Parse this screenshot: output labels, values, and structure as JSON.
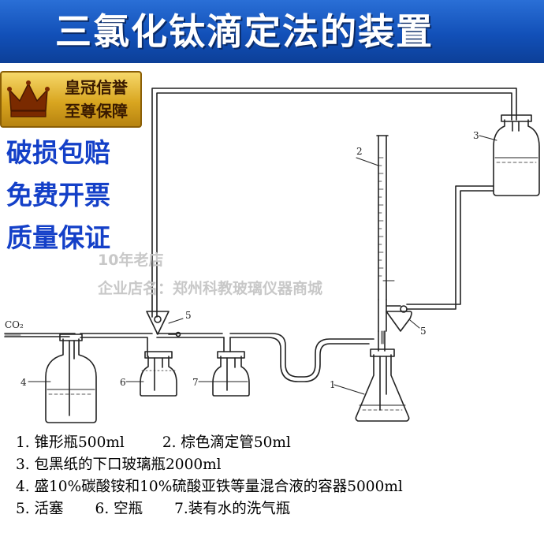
{
  "banner": {
    "title": "三氯化钛滴定法的装置"
  },
  "badge": {
    "line1": "皇冠信誉",
    "line2": "至尊保障",
    "icon": "crown-icon"
  },
  "promo": {
    "line1": "破损包赔",
    "line2": "免费开票",
    "line3": "质量保证"
  },
  "watermark": {
    "line1": "10年老店",
    "line2": "企业店名：郑州科教玻璃仪器商城"
  },
  "diagram": {
    "gas_label": "CO₂",
    "labels": {
      "n1": "1",
      "n2": "2",
      "n3": "3",
      "n4": "4",
      "n5a": "5",
      "n5b": "5",
      "n6": "6",
      "n7": "7"
    }
  },
  "legend": {
    "item1": "1. 锥形瓶500ml",
    "item2": "2. 棕色滴定管50ml",
    "item3": "3. 包黑纸的下口玻璃瓶2000ml",
    "item4": "4. 盛10%碳酸铵和10%硫酸亚铁等量混合液的容器5000ml",
    "item5": "5. 活塞",
    "item6": "6. 空瓶",
    "item7": "7.装有水的洗气瓶"
  },
  "colors": {
    "banner": "#1250b8",
    "promo_text": "#1440c8",
    "badge_gold": "#d9a620",
    "line": "#222222"
  }
}
